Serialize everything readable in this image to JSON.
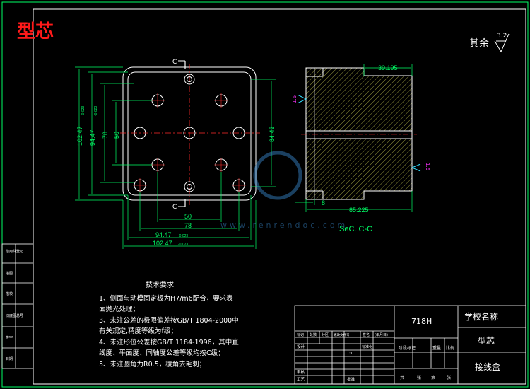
{
  "title": "型芯",
  "roughness": {
    "prefix": "其余",
    "value": "3.2"
  },
  "section_marker": "C",
  "section_label": "SeC. C-C",
  "dims": {
    "h_outer_left": "102.47",
    "h_tol_left": "-0.023",
    "h_second": "94.47",
    "h_tol_second": "-0.023",
    "h_78": "78",
    "h_50": "50",
    "h_right": "84.42",
    "w_50": "50",
    "w_78": "78",
    "w_94": "94.47",
    "w_tol_94": "-0.023",
    "w_102": "102.47",
    "w_tol_102": "-0.023",
    "sec_top": "39.195",
    "sec_bottom": "85.225",
    "sec_8": "8",
    "rough_left": "1.6",
    "rough_right": "1.6"
  },
  "left_column": [
    "借用件登记",
    "描图",
    "描校",
    "旧底图总号",
    "签字",
    "日期"
  ],
  "notes": {
    "heading": "技术要求",
    "items": [
      "1、侧面与动模固定板为H7/m6配合，要求表",
      "   面抛光处理；",
      "3、未注公差的极限偏差按GB/T 1804-2000中",
      "   有关规定,精度等级为f级；",
      "4、未注形位公差按GB/T 1184-1996，其中直",
      "   线度、平面度、同轴度公差等级均按C级；",
      "5、未注圆角为R0.5，棱角去毛刺；"
    ]
  },
  "title_block": {
    "material": "718H",
    "school": "学校名称",
    "part_name": "型芯",
    "drawing_no": "接线盒",
    "row_labels": [
      "标记",
      "处数",
      "分区",
      "更改文件号",
      "签名",
      "年月日"
    ],
    "stage_labels": [
      "阶段标记",
      "重量",
      "比例"
    ],
    "mark_cols": [
      "标记",
      "处数",
      "分区",
      "更改文件号",
      "签名",
      "(年月日)"
    ],
    "design": "设计",
    "check": "审核",
    "process": "工艺",
    "approve": "批准",
    "std": "标准化",
    "sheet": [
      "共",
      "张",
      "第",
      "张"
    ],
    "scale": "1:1"
  },
  "watermark": "www.renrendoc.com",
  "colors": {
    "line_white": "#ffffff",
    "line_green": "#00ff66",
    "center_red": "#ff2a2a",
    "title_red": "#ff1a1a",
    "roughness_cyan": "#33ddff",
    "roughness_magenta": "#ff33ff",
    "hatch": "#ffff66",
    "frame": "#00ff66"
  }
}
